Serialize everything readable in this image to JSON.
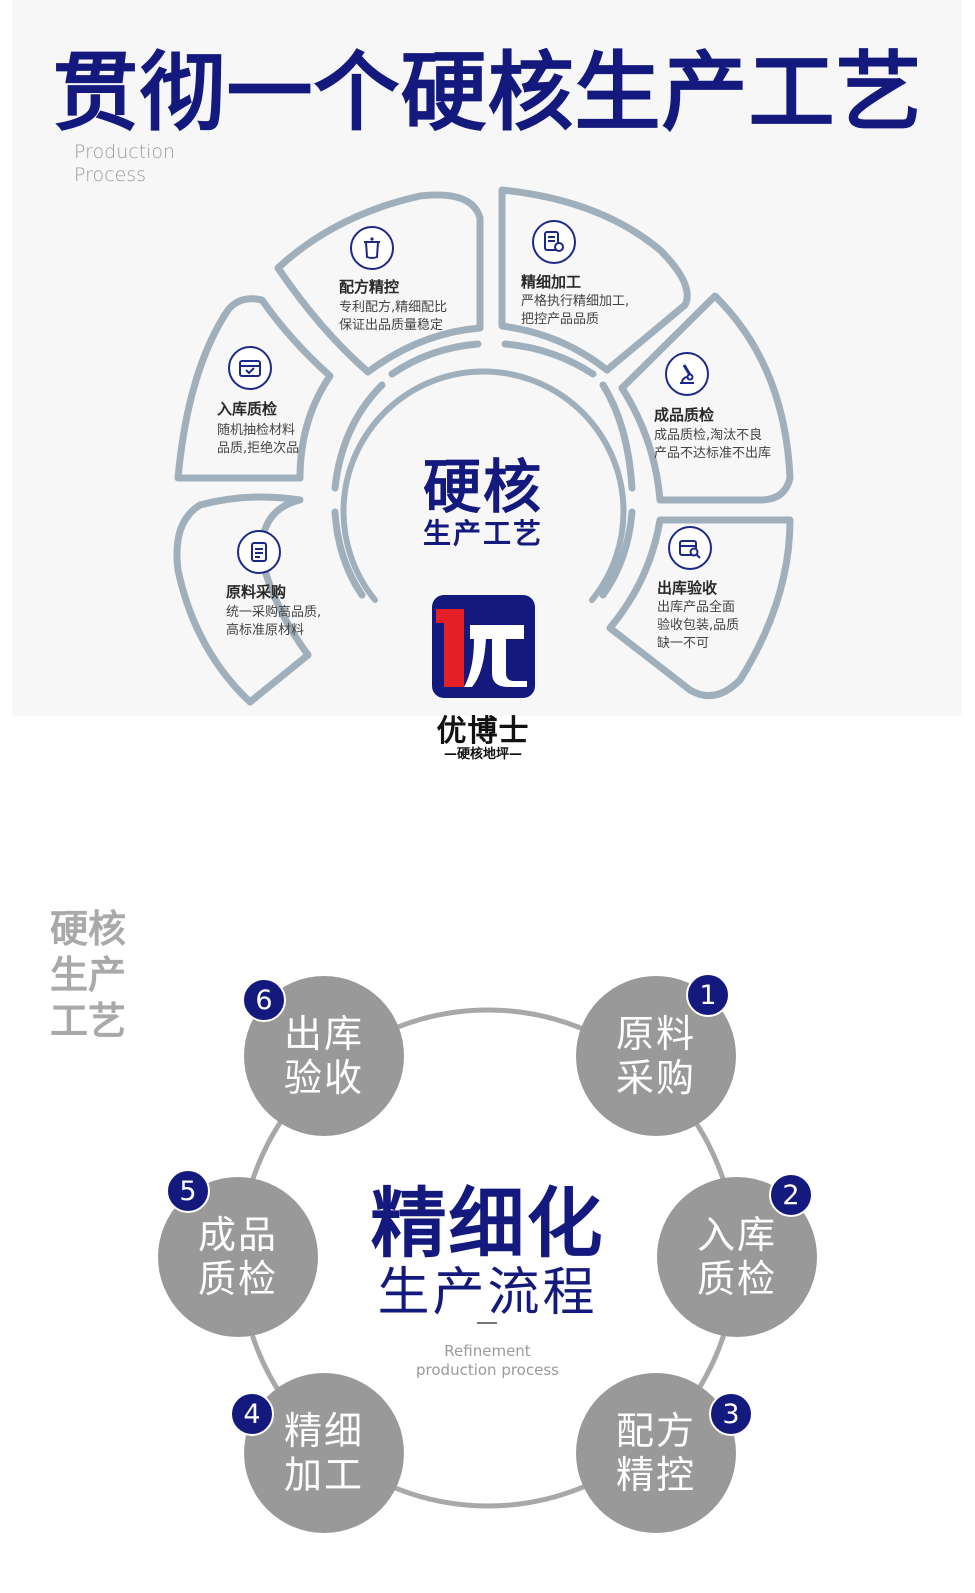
{
  "section1": {
    "title": "贯彻一个硬核生产工艺",
    "subtitle_en_line1": "Production",
    "subtitle_en_line2": "Process",
    "core_title": "硬核",
    "core_subtitle": "生产工艺",
    "segments": [
      {
        "title": "原料采购",
        "desc1": "统一采购高品质,",
        "desc2": "高标准原材料",
        "desc3": "",
        "icon": "document-icon"
      },
      {
        "title": "入库质检",
        "desc1": "随机抽检材料",
        "desc2": "品质,拒绝次品",
        "desc3": "",
        "icon": "inbox-check-icon"
      },
      {
        "title": "配方精控",
        "desc1": "专利配方,精细配比",
        "desc2": "保证出品质量稳定",
        "desc3": "",
        "icon": "beaker-icon"
      },
      {
        "title": "精细加工",
        "desc1": "严格执行精细加工,",
        "desc2": "把控产品品质",
        "desc3": "",
        "icon": "document-gear-icon"
      },
      {
        "title": "成品质检",
        "desc1": "成品质检,淘汰不良",
        "desc2": "产品不达标准不出库",
        "desc3": "",
        "icon": "microscope-icon"
      },
      {
        "title": "出库验收",
        "desc1": "出库产品全面",
        "desc2": "验收包装,品质",
        "desc3": "缺一不可",
        "icon": "box-search-icon"
      }
    ],
    "brand": {
      "logo_text": "优",
      "name": "优博士",
      "tagline": "—硬核地坪—",
      "colors": {
        "navy": "#13197d",
        "red": "#e41f26"
      }
    },
    "colors": {
      "ring": "#9fb0bc",
      "accent": "#14197e"
    }
  },
  "section2": {
    "side_label": [
      "硬核",
      "生产",
      "工艺"
    ],
    "center_title": "精细化",
    "center_subtitle": "生产流程",
    "center_en_line1": "Refinement",
    "center_en_line2": "production process",
    "steps": [
      {
        "num": "1",
        "line1": "原料",
        "line2": "采购"
      },
      {
        "num": "2",
        "line1": "入库",
        "line2": "质检"
      },
      {
        "num": "3",
        "line1": "配方",
        "line2": "精控"
      },
      {
        "num": "4",
        "line1": "精细",
        "line2": "加工"
      },
      {
        "num": "5",
        "line1": "成品",
        "line2": "质检"
      },
      {
        "num": "6",
        "line1": "出库",
        "line2": "验收"
      }
    ],
    "colors": {
      "circle": "#999999",
      "badge": "#14197e",
      "ring": "#a8a8a8"
    }
  }
}
